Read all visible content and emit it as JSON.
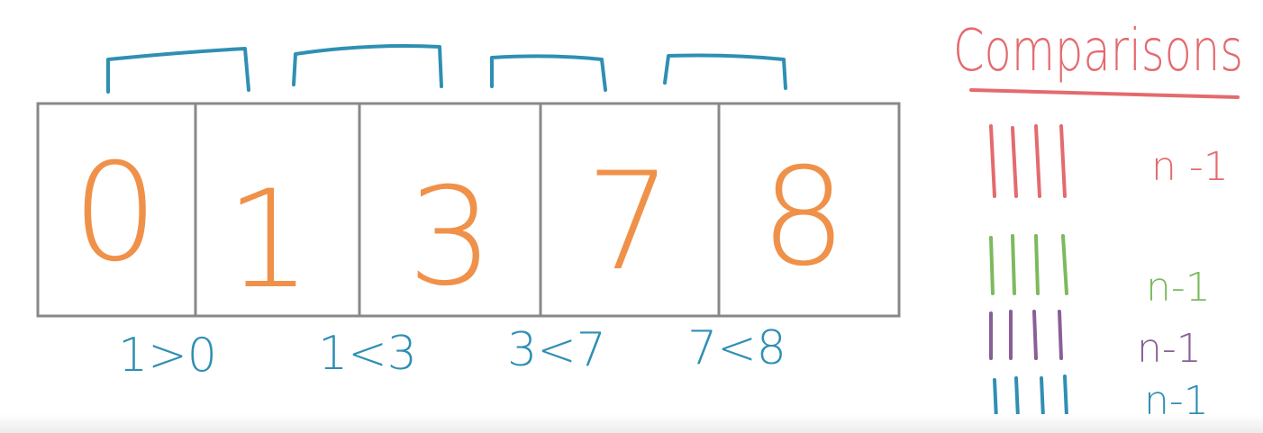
{
  "colors": {
    "box_stroke": "#8a8886",
    "digits": "#f0914a",
    "brackets": "#2f8fb3",
    "heading": "#e46a6e",
    "tally_rows": [
      "#e46a6e",
      "#7cba5e",
      "#8a5e96",
      "#2f8fb3"
    ]
  },
  "array": {
    "cells": [
      "0",
      "1",
      "3",
      "7",
      "8"
    ]
  },
  "comparisons_below": [
    "1>0",
    "1<3",
    "3<7",
    "7<8"
  ],
  "panel": {
    "heading": "Comparisons",
    "rows": [
      {
        "tally": "||||",
        "label": "n -1",
        "color": "#e46a6e"
      },
      {
        "tally": "||||",
        "label": "n-1",
        "color": "#7cba5e"
      },
      {
        "tally": "||||",
        "label": "n-1",
        "color": "#8a5e96"
      },
      {
        "tally": "||||",
        "label": "n-1",
        "color": "#2f8fb3"
      }
    ]
  }
}
